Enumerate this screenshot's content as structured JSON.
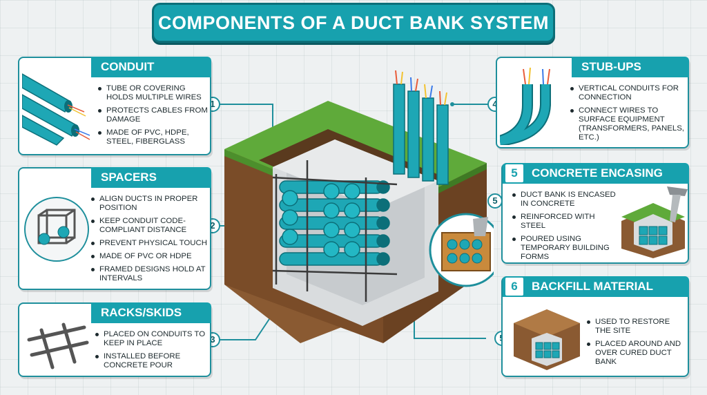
{
  "title": "COMPONENTS OF A DUCT BANK SYSTEM",
  "colors": {
    "teal": "#17a1ae",
    "dark_teal": "#0c6f79",
    "soil": "#8a5a32",
    "grass": "#5faa3a",
    "concrete": "#d9dcde"
  },
  "conduit": {
    "heading": "CONDUIT",
    "bullets": [
      "TUBE OR COVERING HOLDS MULTIPLE WIRES",
      "PROTECTS CABLES FROM DAMAGE",
      "MADE OF PVC, HDPE, STEEL, FIBERGLASS"
    ]
  },
  "spacers": {
    "heading": "SPACERS",
    "bullets": [
      "ALIGN DUCTS IN PROPER POSITION",
      "KEEP CONDUIT CODE-COMPLIANT DISTANCE",
      "PREVENT PHYSICAL TOUCH",
      "MADE OF PVC OR HDPE",
      "FRAMED DESIGNS HOLD AT INTERVALS"
    ]
  },
  "racks": {
    "heading": "RACKS/SKIDS",
    "bullets": [
      "PLACED ON CONDUITS TO KEEP IN PLACE",
      "INSTALLED BEFORE CONCRETE POUR"
    ]
  },
  "stubups": {
    "heading": "STUB-UPS",
    "bullets": [
      "VERTICAL CONDUITS FOR CONNECTION",
      "CONNECT WIRES TO SURFACE EQUIPMENT (TRANSFORMERS, PANELS, ETC.)"
    ]
  },
  "concrete": {
    "number": "5",
    "heading": "CONCRETE ENCASING",
    "bullets": [
      "DUCT BANK IS ENCASED IN CONCRETE",
      "REINFORCED WITH STEEL",
      "POURED USING TEMPORARY BUILDING FORMS"
    ]
  },
  "backfill": {
    "number": "6",
    "heading": "BACKFILL MATERIAL",
    "bullets": [
      "USED TO RESTORE THE SITE",
      "PLACED AROUND AND OVER CURED DUCT BANK"
    ]
  },
  "callouts": [
    "1",
    "2",
    "3",
    "4",
    "5",
    "5"
  ]
}
